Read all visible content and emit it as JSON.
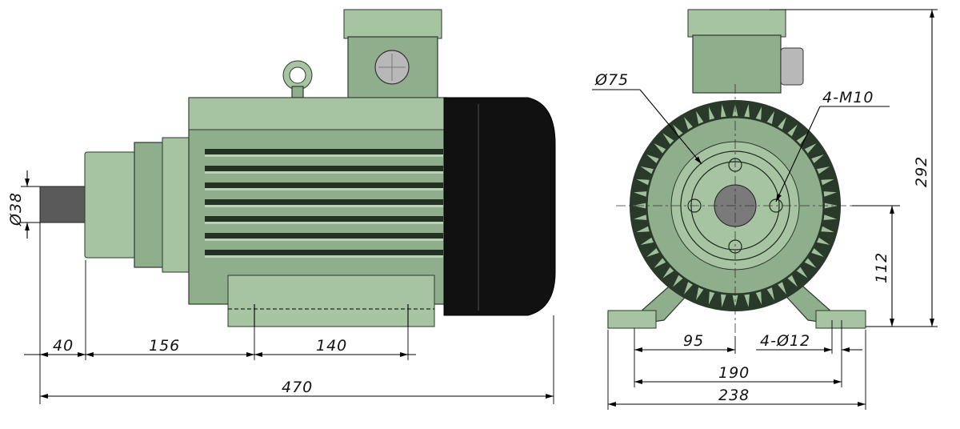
{
  "diagram": {
    "colors": {
      "body": "#8fae8c",
      "body_light": "#a6c4a2",
      "body_dark": "#5f7d5c",
      "fan_cover": "#111111",
      "shaft": "#5a5a5a",
      "dimension_lines": "#000000"
    },
    "side_view": {
      "shaft_diameter_label": "Ø38",
      "dim_shaft_length": "40",
      "dim_shoulder_to_foot": "156",
      "dim_foot_holes": "140",
      "dim_total_length": "470"
    },
    "front_view": {
      "flange_diameter_label": "Ø75",
      "bolt_label": "4-M10",
      "dim_total_height": "292",
      "dim_center_height": "112",
      "dim_half_foot": "95",
      "foot_hole_label": "4-Ø12",
      "dim_foot_holes_span": "190",
      "dim_base_width": "238"
    }
  }
}
